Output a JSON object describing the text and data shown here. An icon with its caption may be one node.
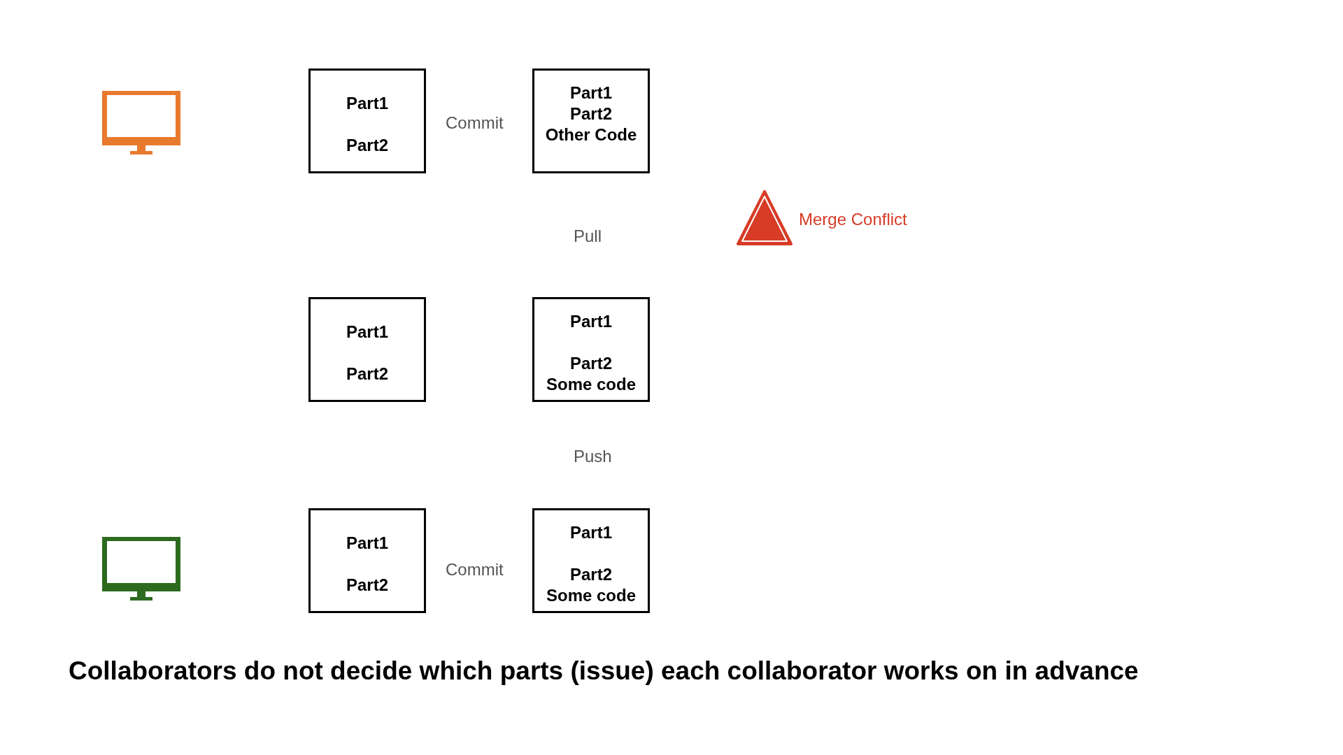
{
  "diagram": {
    "caption": "Collaborators do not decide which parts (issue) each collaborator works on in advance",
    "nodes": [
      {
        "text": [
          "Part1",
          "Part2"
        ]
      },
      {
        "text": [
          "Part1",
          "Part2",
          "Other Code"
        ]
      },
      {
        "text": [
          "Part1",
          "Part2"
        ]
      },
      {
        "text": [
          "Part1",
          "Part2",
          "Some code"
        ]
      },
      {
        "text": [
          "Part1",
          "Part2"
        ]
      },
      {
        "text": [
          "Part1",
          "Part2",
          "Some code"
        ]
      }
    ],
    "edges": [],
    "labels": [
      "Commit",
      "Pull",
      "Merge Conflict",
      "Push",
      "Commit"
    ]
  }
}
